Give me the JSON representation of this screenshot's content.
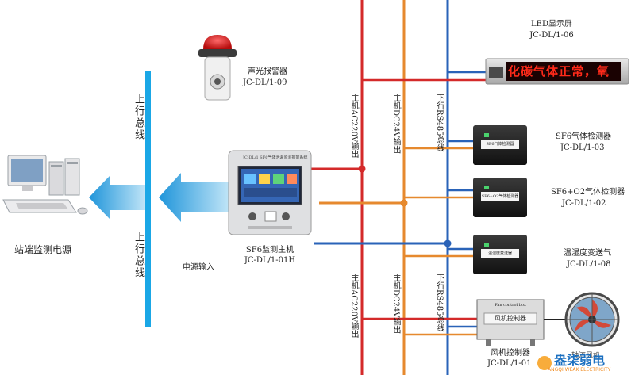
{
  "station_power": {
    "label": "站端监测电源"
  },
  "uplink_bus": {
    "label_top": "上行总线",
    "label_bottom": "上行总线"
  },
  "host": {
    "name": "SF6监测主机",
    "code": "JC-DL/1-01H",
    "panel_header": "JC-DL/1 SF6气体泄漏监测报警系统",
    "power_input": "电源输入"
  },
  "alarm": {
    "name": "声光报警器",
    "code": "JC-DL/1-09"
  },
  "buses": {
    "ac220_upper": "主机AC220V输出",
    "dc24_upper": "主机DC24V输出",
    "rs485_upper": "下行RS485总线",
    "ac220_lower": "主机AC220V输出",
    "dc24_lower": "主机DC24V输出",
    "rs485_lower": "下行RS485总线"
  },
  "devices": [
    {
      "name": "LED显示屏",
      "code": "JC-DL/1-06",
      "screen_text": "化碳气体正常，氧"
    },
    {
      "name": "SF6气体检测器",
      "code": "JC-DL/1-03",
      "panel_text": "SF6气体检测器"
    },
    {
      "name": "SF6+O2气体检测器",
      "code": "JC-DL/1-02",
      "panel_text": "SF6+O2气体检测器"
    },
    {
      "name": "温湿度变送气",
      "code": "JC-DL/1-08",
      "panel_text": "温湿度变送器"
    },
    {
      "name": "风机控制器",
      "code": "JC-DL/1-01",
      "panel_text": "风机控制器",
      "panel_header": "Fan control box"
    },
    {
      "name": "轴流风机"
    }
  ],
  "watermark": {
    "name": "盎柒弱电",
    "sub": "ANGQI WEAK ELECTRICITY"
  },
  "colors": {
    "ac220": "#d42a2a",
    "dc24": "#e6892e",
    "rs485": "#2a63b8",
    "uplink": "#1aa7e6",
    "arrow": "#2aa0e0"
  }
}
